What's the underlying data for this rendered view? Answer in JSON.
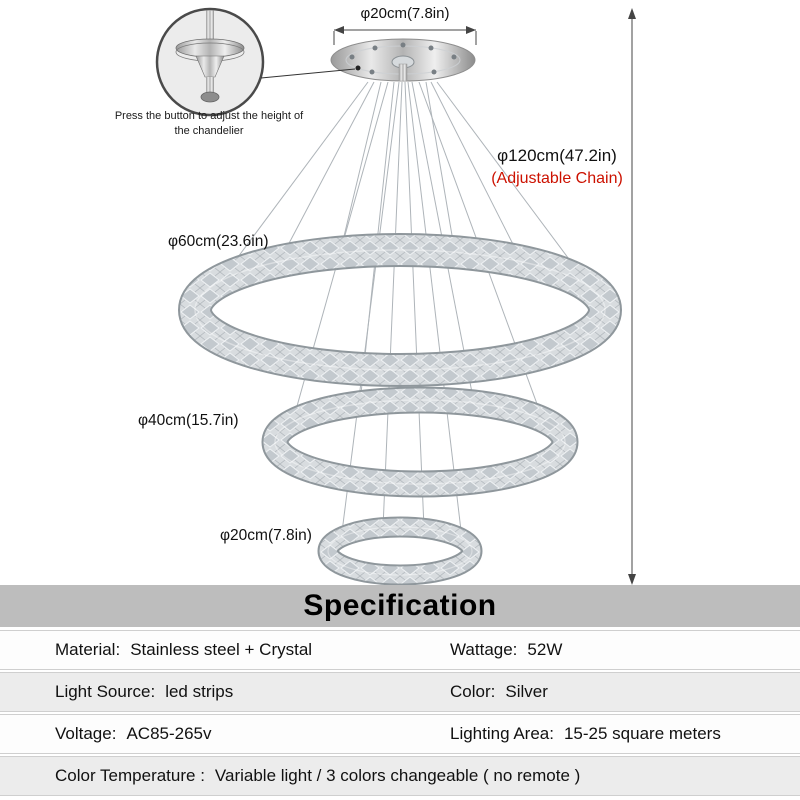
{
  "diagram": {
    "canopy_dim": "φ20cm(7.8in)",
    "chain_dim": "φ120cm(47.2in)",
    "chain_note": "(Adjustable Chain)",
    "ring_large_dim": "φ60cm(23.6in)",
    "ring_medium_dim": "φ40cm(15.7in)",
    "ring_small_dim": "φ20cm(7.8in)",
    "inset_caption": "Press the button to adjust the height of the chandelier"
  },
  "colors": {
    "chain_note_text": "#cc1100",
    "spec_band_background": "#bdbdbd"
  },
  "spec": {
    "title": "Specification",
    "rows": [
      {
        "cells": [
          {
            "label": "Material:",
            "value": "Stainless steel + Crystal"
          },
          {
            "label": "Wattage:",
            "value": "52W"
          }
        ]
      },
      {
        "cells": [
          {
            "label": "Light Source:",
            "value": "led strips"
          },
          {
            "label": "Color:",
            "value": "Silver"
          }
        ]
      },
      {
        "cells": [
          {
            "label": "Voltage:",
            "value": "AC85-265v"
          },
          {
            "label": "Lighting Area:",
            "value": "15-25 square meters"
          }
        ]
      },
      {
        "cells": [
          {
            "label": "Color Temperature :",
            "value": "Variable light / 3 colors changeable ( no remote )"
          }
        ]
      }
    ]
  }
}
